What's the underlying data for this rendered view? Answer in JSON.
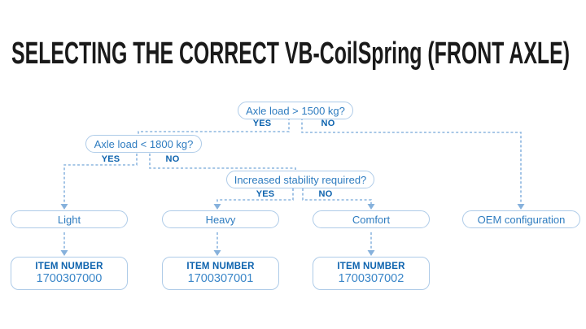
{
  "title": "SELECTING THE CORRECT VB-CoilSpring (FRONT AXLE)",
  "colors": {
    "title_text": "#1a1a1a",
    "question_text_blue": "#2e7cc0",
    "bold_label_blue": "#0d63ae",
    "box_border_blue": "#aecbe8",
    "dashed_line_blue": "#8cb6df"
  },
  "flowchart": {
    "questions": [
      {
        "label": "Axle load > 1500 kg?",
        "yes": "YES",
        "no": "NO"
      },
      {
        "label": "Axle load < 1800 kg?",
        "yes": "YES",
        "no": "NO"
      },
      {
        "label": "Increased stability required?",
        "yes": "YES",
        "no": "NO"
      }
    ],
    "outcomes": [
      {
        "label": "Light",
        "item_label": "ITEM NUMBER",
        "item_number": "1700307000"
      },
      {
        "label": "Heavy",
        "item_label": "ITEM NUMBER",
        "item_number": "1700307001"
      },
      {
        "label": "Comfort",
        "item_label": "ITEM NUMBER",
        "item_number": "1700307002"
      },
      {
        "label": "OEM configuration"
      }
    ]
  }
}
